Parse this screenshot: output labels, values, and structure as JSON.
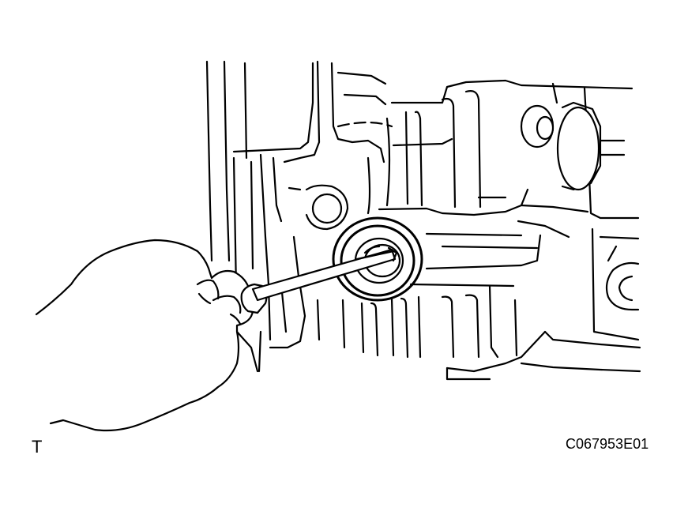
{
  "diagram": {
    "marker_text": "T",
    "figure_code": "C067953E01",
    "icon": "screwdriver-prying-oil-seal-illustration"
  }
}
